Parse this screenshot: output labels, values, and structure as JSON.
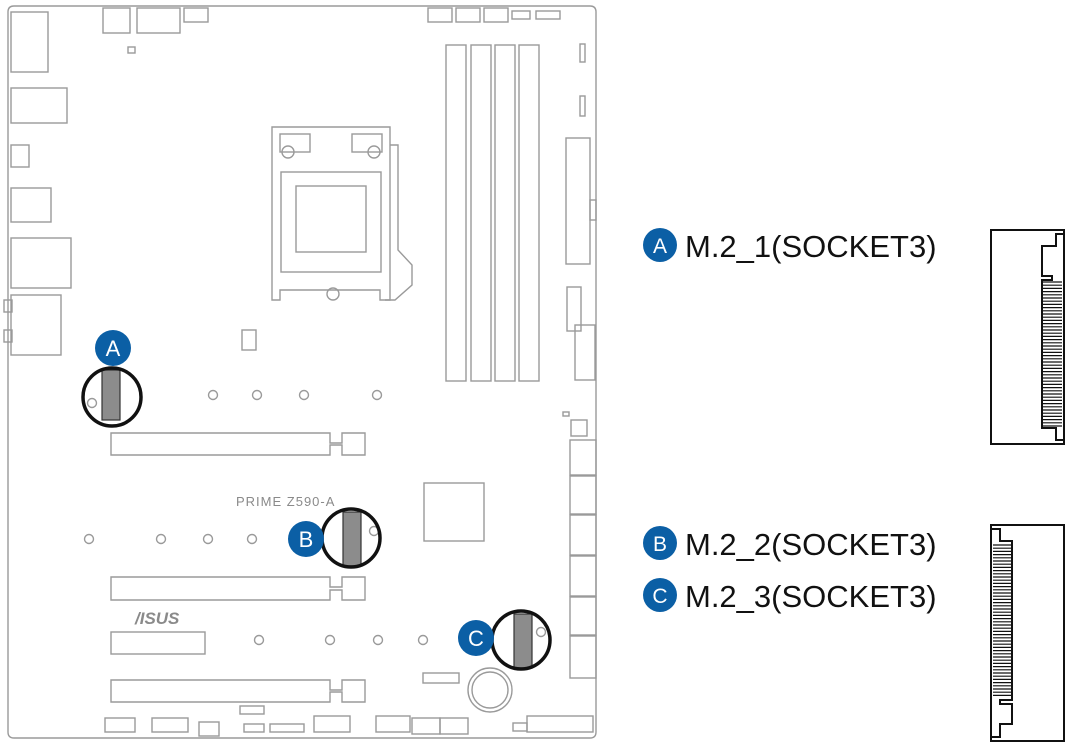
{
  "board": {
    "model_text": "PRIME Z590-A",
    "brand_text": "/ISUS"
  },
  "slots": [
    {
      "letter": "A",
      "name": "M.2_1(SOCKET3)"
    },
    {
      "letter": "B",
      "name": "M.2_2(SOCKET3)"
    },
    {
      "letter": "C",
      "name": "M.2_3(SOCKET3)"
    }
  ],
  "colors": {
    "badge_fill": "#0b5fa5",
    "badge_text": "#ffffff",
    "board_line": "#9a9a9a",
    "callout_ring": "#111111",
    "slot_fill": "#8c8c8c"
  }
}
